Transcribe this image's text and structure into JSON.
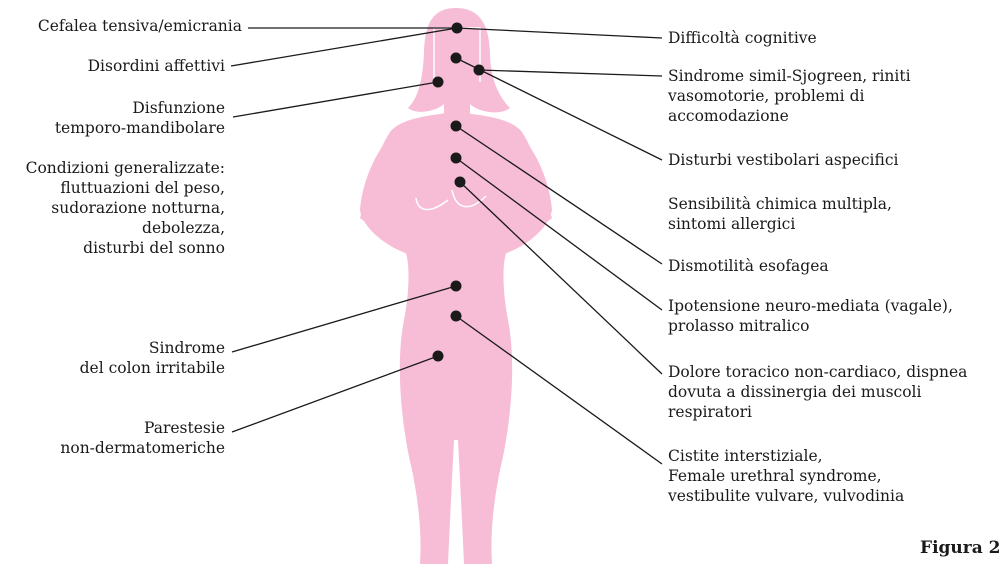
{
  "colors": {
    "body": "#f7bdd6",
    "outline": "#ffffff",
    "dot": "#1a1a1a",
    "line": "#1a1a1a"
  },
  "labels_left": [
    {
      "id": "cefalea",
      "lines": [
        "Cefalea tensiva/emicrania"
      ]
    },
    {
      "id": "disordini",
      "lines": [
        "Disordini affettivi"
      ]
    },
    {
      "id": "disfunzione",
      "lines": [
        "Disfunzione",
        "temporo-mandibolare"
      ]
    },
    {
      "id": "condizioni",
      "lines": [
        "Condizioni generalizzate:",
        "fluttuazioni del peso,",
        "sudorazione notturna,",
        "debolezza,",
        "disturbi del sonno"
      ]
    },
    {
      "id": "colon",
      "lines": [
        "Sindrome",
        "del colon irritabile"
      ]
    },
    {
      "id": "parestesie",
      "lines": [
        "Parestesie",
        "non-dermatomeriche"
      ]
    }
  ],
  "labels_right": [
    {
      "id": "cognitive",
      "lines": [
        "Difficoltà cognitive"
      ]
    },
    {
      "id": "sjogreen",
      "lines": [
        "Sindrome simil-Sjogreen, riniti",
        "vasomotorie, problemi di",
        "accomodazione"
      ]
    },
    {
      "id": "vestibolari",
      "lines": [
        "Disturbi vestibolari aspecifici"
      ]
    },
    {
      "id": "chimica",
      "lines": [
        "Sensibilità chimica multipla,",
        "sintomi allergici"
      ]
    },
    {
      "id": "esofagea",
      "lines": [
        "Dismotilità esofagea"
      ]
    },
    {
      "id": "ipotensione",
      "lines": [
        "Ipotensione neuro-mediata (vagale),",
        "prolasso mitralico"
      ]
    },
    {
      "id": "toracico",
      "lines": [
        "Dolore toracico non-cardiaco, dispnea",
        "dovuta a dissinergia  dei muscoli",
        "respiratori"
      ]
    },
    {
      "id": "cistite",
      "lines": [
        "Cistite interstiziale,",
        "Female urethral syndrome,",
        "vestibulite vulvare, vulvodinia"
      ]
    }
  ],
  "figure_label": "Figura 2"
}
